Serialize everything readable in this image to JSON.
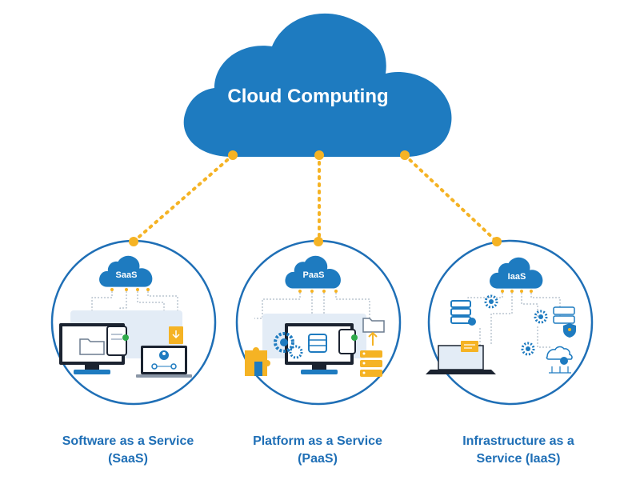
{
  "title": "Cloud Computing",
  "colors": {
    "cloud_blue": "#1e7bc0",
    "dot_orange": "#f5b324",
    "circle_border": "#1f6fb6",
    "label_blue": "#1f6fb6"
  },
  "services": [
    {
      "cloud_label": "SaaS",
      "name_line1": "Software as a Service",
      "name_line2": "(SaaS)",
      "icons": [
        "monitor-icon",
        "folder-icon",
        "laptop-icon",
        "user-icon",
        "document-icon",
        "check-icon"
      ]
    },
    {
      "cloud_label": "PaaS",
      "name_line1": "Platform as a Service",
      "name_line2": "(PaaS)",
      "icons": [
        "monitor-icon",
        "gear-icon",
        "database-icon",
        "puzzle-icon",
        "server-icon",
        "folder-icon"
      ]
    },
    {
      "cloud_label": "IaaS",
      "name_line1": "Infrastructure as a",
      "name_line2": "Service (IaaS)",
      "icons": [
        "database-icon",
        "gear-icon",
        "server-icon",
        "laptop-icon",
        "network-icon",
        "shield-icon"
      ]
    }
  ]
}
